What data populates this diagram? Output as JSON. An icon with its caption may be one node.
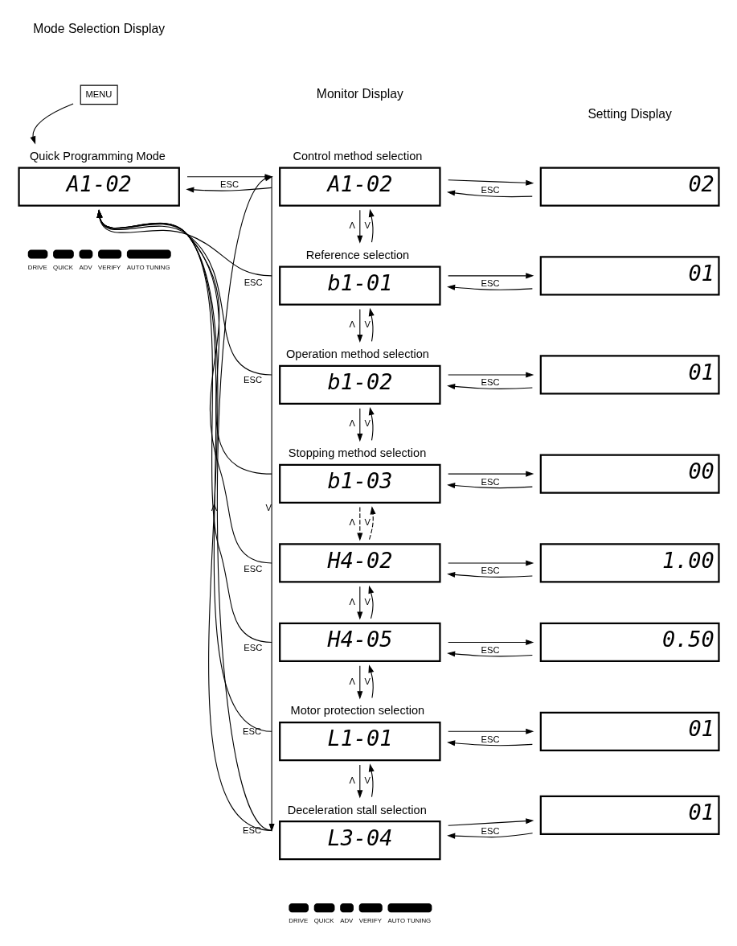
{
  "diagram": {
    "nodes": [
      {
        "text": [
          "MENU"
        ]
      },
      {
        "text": [
          "Quick Programming Mode",
          "A1-02"
        ]
      },
      {
        "text": [
          "Control method selection",
          "A1-02"
        ]
      },
      {
        "text": [
          "Reference selection",
          "b1-01"
        ]
      },
      {
        "text": [
          "Operation method selection",
          "b1-02"
        ]
      },
      {
        "text": [
          "Stopping method selection",
          "b1-03"
        ]
      },
      {
        "text": [
          "H4-02"
        ]
      },
      {
        "text": [
          "H4-05"
        ]
      },
      {
        "text": [
          "Motor protection selection",
          "L1-01"
        ]
      },
      {
        "text": [
          "Deceleration stall selection",
          "L3-04"
        ]
      },
      {
        "text": [
          "02"
        ]
      },
      {
        "text": [
          "01"
        ]
      },
      {
        "text": [
          "01"
        ]
      },
      {
        "text": [
          "00"
        ]
      },
      {
        "text": [
          "1.00"
        ]
      },
      {
        "text": [
          "0.50"
        ]
      },
      {
        "text": [
          "01"
        ]
      },
      {
        "text": [
          "01"
        ]
      }
    ],
    "edges": [
      {
        "from": 0,
        "to": 1,
        "arrow": "to"
      },
      {
        "from": 1,
        "to": 2,
        "arrow": "to"
      },
      {
        "from": 2,
        "to": 1,
        "arrow": "to",
        "label": "ESC"
      },
      {
        "from": 2,
        "to": 10,
        "arrow": "to"
      },
      {
        "from": 10,
        "to": 2,
        "arrow": "to",
        "label": "ESC"
      },
      {
        "from": 2,
        "to": 3,
        "arrow": "to",
        "label": "Λ"
      },
      {
        "from": 3,
        "to": 2,
        "arrow": "to",
        "label": "V"
      },
      {
        "from": 3,
        "to": 1,
        "arrow": "to",
        "label": "ESC"
      },
      {
        "from": 3,
        "to": 11,
        "arrow": "to"
      },
      {
        "from": 11,
        "to": 3,
        "arrow": "to",
        "label": "ESC"
      },
      {
        "from": 3,
        "to": 4,
        "arrow": "to",
        "label": "Λ"
      },
      {
        "from": 4,
        "to": 3,
        "arrow": "to",
        "label": "V"
      },
      {
        "from": 4,
        "to": 1,
        "arrow": "to",
        "label": "ESC"
      },
      {
        "from": 4,
        "to": 12,
        "arrow": "to"
      },
      {
        "from": 12,
        "to": 4,
        "arrow": "to",
        "label": "ESC"
      },
      {
        "from": 4,
        "to": 5,
        "arrow": "to",
        "label": "Λ"
      },
      {
        "from": 5,
        "to": 4,
        "arrow": "to",
        "label": "V"
      },
      {
        "from": 5,
        "to": 1,
        "arrow": "to"
      },
      {
        "from": 5,
        "to": 13,
        "arrow": "to"
      },
      {
        "from": 13,
        "to": 5,
        "arrow": "to",
        "label": "ESC"
      },
      {
        "from": 5,
        "to": 6,
        "arrow": "to",
        "label": "Λ",
        "style": "dashed"
      },
      {
        "from": 6,
        "to": 5,
        "arrow": "to",
        "label": "V",
        "style": "dashed"
      },
      {
        "from": 6,
        "to": 1,
        "arrow": "to",
        "label": "ESC"
      },
      {
        "from": 6,
        "to": 14,
        "arrow": "to"
      },
      {
        "from": 14,
        "to": 6,
        "arrow": "to",
        "label": "ESC"
      },
      {
        "from": 6,
        "to": 7,
        "arrow": "to",
        "label": "Λ"
      },
      {
        "from": 7,
        "to": 6,
        "arrow": "to",
        "label": "V"
      },
      {
        "from": 7,
        "to": 1,
        "arrow": "to",
        "label": "ESC"
      },
      {
        "from": 7,
        "to": 15,
        "arrow": "to"
      },
      {
        "from": 15,
        "to": 7,
        "arrow": "to",
        "label": "ESC"
      },
      {
        "from": 7,
        "to": 8,
        "arrow": "to",
        "label": "Λ"
      },
      {
        "from": 8,
        "to": 7,
        "arrow": "to",
        "label": "V"
      },
      {
        "from": 8,
        "to": 1,
        "arrow": "to",
        "label": "ESC"
      },
      {
        "from": 8,
        "to": 16,
        "arrow": "to"
      },
      {
        "from": 16,
        "to": 8,
        "arrow": "to",
        "label": "ESC"
      },
      {
        "from": 8,
        "to": 9,
        "arrow": "to",
        "label": "Λ"
      },
      {
        "from": 9,
        "to": 8,
        "arrow": "to",
        "label": "V"
      },
      {
        "from": 9,
        "to": 1,
        "arrow": "to",
        "label": "ESC"
      },
      {
        "from": 9,
        "to": 17,
        "arrow": "to"
      },
      {
        "from": 17,
        "to": 9,
        "arrow": "to",
        "label": "ESC"
      },
      {
        "from": 9,
        "to": 2,
        "arrow": "to",
        "label": "Λ"
      },
      {
        "from": 2,
        "to": 9,
        "arrow": "to",
        "label": "V"
      }
    ],
    "labels": [
      "Mode Selection Display",
      "Monitor Display",
      "Setting Display",
      "DRIVE",
      "QUICK",
      "ADV",
      "VERIFY",
      "AUTO TUNING",
      "DRIVE",
      "QUICK",
      "ADV",
      "VERIFY",
      "AUTO TUNING"
    ]
  }
}
